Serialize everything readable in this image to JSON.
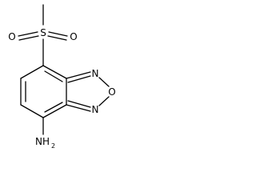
{
  "molecule": {
    "atoms": {
      "sulfur": "S",
      "oxygen_sulfonyl_left": "O",
      "oxygen_sulfonyl_right": "O",
      "nitrogen_upper": "N",
      "oxygen_ring": "O",
      "nitrogen_lower": "N",
      "amine_n": "NH",
      "amine_subscript": "2"
    },
    "colors": {
      "ink": "#000000",
      "background": "#ffffff"
    }
  }
}
